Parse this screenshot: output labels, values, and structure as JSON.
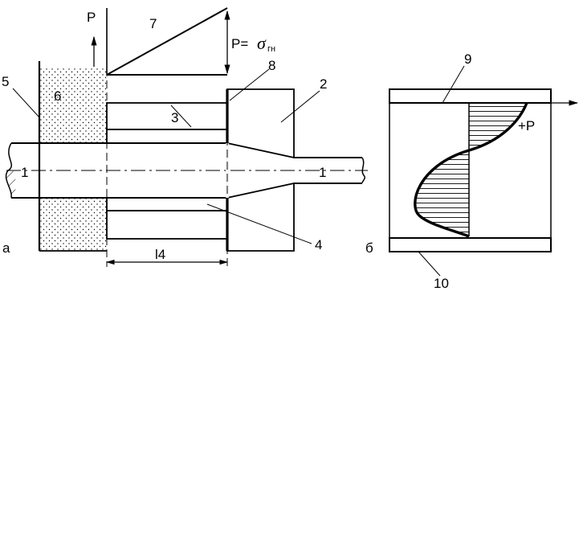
{
  "labels": {
    "n1_left": "1",
    "n1_right": "1",
    "n2": "2",
    "n3": "3",
    "n4": "4",
    "n5": "5",
    "n6": "6",
    "n7": "7",
    "n8": "8",
    "n9": "9",
    "n10": "10",
    "l4": "l4",
    "p_axis": "P",
    "p_formula": "P=",
    "sigma": "σ",
    "sigma_sub": "гн",
    "plus_p": "+P",
    "fig_a": "а",
    "fig_b": "б"
  }
}
